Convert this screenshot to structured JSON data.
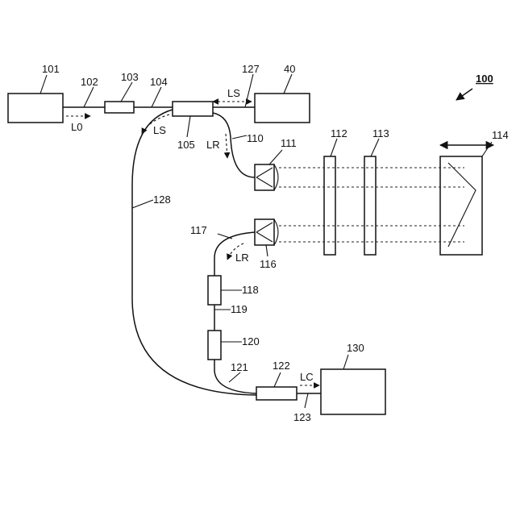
{
  "figure": {
    "ref_main": "100",
    "labels": {
      "l101": "101",
      "l102": "102",
      "l103": "103",
      "l104": "104",
      "l105": "105",
      "l127": "127",
      "l40": "40",
      "l110": "110",
      "l111": "111",
      "l112": "112",
      "l113": "113",
      "l114": "114",
      "l116": "116",
      "l117": "117",
      "l118": "118",
      "l119": "119",
      "l120": "120",
      "l121": "121",
      "l122": "122",
      "l123": "123",
      "l128": "128",
      "l130": "130"
    },
    "signals": {
      "l0": "L0",
      "ls_right": "LS",
      "ls_down": "LS",
      "lr_down": "LR",
      "lr_return": "LR",
      "lc": "LC"
    }
  }
}
